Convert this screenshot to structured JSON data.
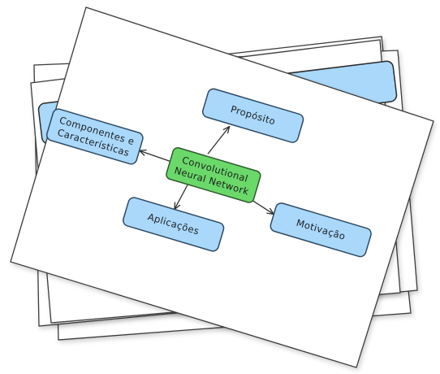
{
  "diagram": {
    "nodes": {
      "center": {
        "line1": "Convolutional",
        "line2": "Neural Network"
      },
      "proposito": {
        "label": "Propósito"
      },
      "componentes": {
        "line1": "Componentes e",
        "line2": "Características"
      },
      "motivacao": {
        "label": "Motivação"
      },
      "aplicacoes": {
        "label": "Aplicações"
      }
    },
    "edges": [
      {
        "from": "center",
        "to": "proposito"
      },
      {
        "from": "center",
        "to": "componentes"
      },
      {
        "from": "center",
        "to": "motivacao"
      },
      {
        "from": "center",
        "to": "aplicacoes"
      }
    ],
    "colors": {
      "center_fill": "#6ad96a",
      "node_fill": "#a9d8fb",
      "paper_back_node_fill": "#a9d8fb"
    }
  }
}
